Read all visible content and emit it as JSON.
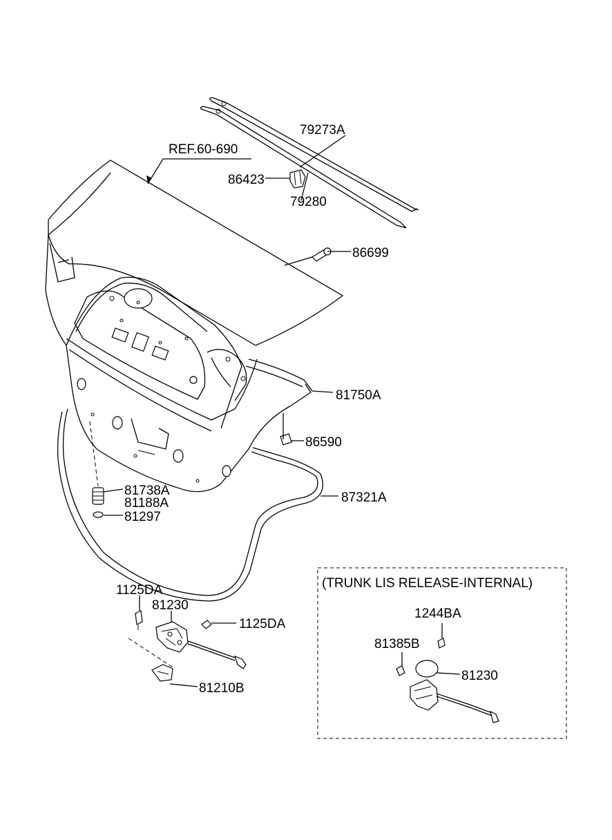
{
  "callouts": {
    "ref": "REF.60-690",
    "p79273A": "79273A",
    "p86423": "86423",
    "p79280": "79280",
    "p86699": "86699",
    "p81750A": "81750A",
    "p86590": "86590",
    "p81738A": "81738A",
    "p81188A": "81188A",
    "p81297": "81297",
    "p87321A": "87321A",
    "p1125DA_a": "1125DA",
    "p81230_a": "81230",
    "p1125DA_b": "1125DA",
    "p81210B": "81210B"
  },
  "inset": {
    "title": "(TRUNK LIS RELEASE-INTERNAL)",
    "p1244BA": "1244BA",
    "p81385B": "81385B",
    "p81230_b": "81230"
  }
}
